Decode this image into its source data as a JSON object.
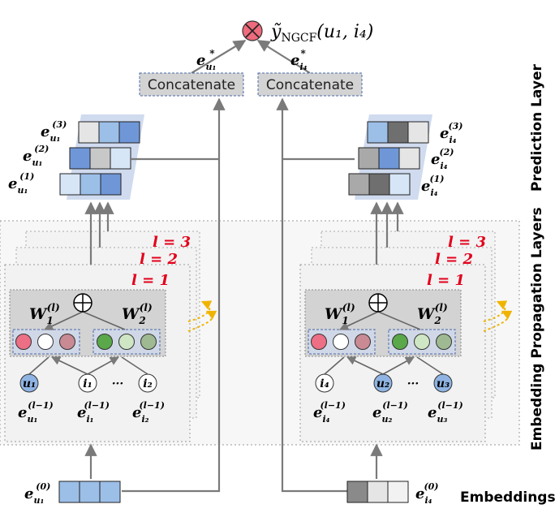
{
  "top": {
    "output": "ỹ",
    "output_sub": "NGCF",
    "output_args": "(u₁, i₄)"
  },
  "concat": {
    "left_label": "Concatenate",
    "right_label": "Concatenate",
    "left_input_base": "e",
    "left_input_sub": "u₁",
    "left_input_sup": "*",
    "right_input_base": "e",
    "right_input_sub": "i₄",
    "right_input_sup": "*"
  },
  "prediction": {
    "left_labels": [
      {
        "base": "e",
        "sub": "u₁",
        "sup": "(3)"
      },
      {
        "base": "e",
        "sub": "u₁",
        "sup": "(2)"
      },
      {
        "base": "e",
        "sub": "u₁",
        "sup": "(1)"
      }
    ],
    "right_labels": [
      {
        "base": "e",
        "sub": "i₄",
        "sup": "(3)"
      },
      {
        "base": "e",
        "sub": "i₄",
        "sup": "(2)"
      },
      {
        "base": "e",
        "sub": "i₄",
        "sup": "(1)"
      }
    ]
  },
  "layers": {
    "l3": "l = 3",
    "l2": "l = 2",
    "l1": "l = 1",
    "left": {
      "w1": {
        "base": "W",
        "sub": "1",
        "sup": "(l)"
      },
      "w2": {
        "base": "W",
        "sub": "2",
        "sup": "(l)"
      },
      "nodes": [
        "u₁",
        "i₁",
        "···",
        "i₂"
      ],
      "embeds": [
        {
          "base": "e",
          "sub": "u₁",
          "sup": "(l−1)"
        },
        {
          "base": "e",
          "sub": "i₁",
          "sup": "(l−1)"
        },
        {
          "base": "e",
          "sub": "i₂",
          "sup": "(l−1)"
        }
      ]
    },
    "right": {
      "w1": {
        "base": "W",
        "sub": "1",
        "sup": "(l)"
      },
      "w2": {
        "base": "W",
        "sub": "2",
        "sup": "(l)"
      },
      "nodes": [
        "i₄",
        "u₂",
        "···",
        "u₃"
      ],
      "embeds": [
        {
          "base": "e",
          "sub": "i₄",
          "sup": "(l−1)"
        },
        {
          "base": "e",
          "sub": "u₂",
          "sup": "(l−1)"
        },
        {
          "base": "e",
          "sub": "u₃",
          "sup": "(l−1)"
        }
      ]
    }
  },
  "bottom": {
    "left": {
      "base": "e",
      "sub": "u₁",
      "sup": "(0)"
    },
    "right": {
      "base": "e",
      "sub": "i₄",
      "sup": "(0)"
    }
  },
  "side_labels": {
    "prediction": "Prediction Layer",
    "propagation": "Embedding Propagation Layers",
    "embeddings": "Embeddings"
  },
  "colors": {
    "blue_dark": "#6f97d8",
    "blue_mid": "#9cbfe8",
    "blue_light": "#d7e6f7",
    "gray_dark": "#6f6f6f",
    "gray_mid": "#a9a9a9",
    "gray_light": "#e5e5e5",
    "red_text": "#e3001b",
    "node_pink": "#ec6f85",
    "node_green": "#5aa84a",
    "node_lightgreen": "#cfe6c4",
    "node_mauve": "#c98a94",
    "node_sage": "#9fba92",
    "node_blue": "#8fb4e3",
    "arrow_orange": "#f0b400"
  }
}
